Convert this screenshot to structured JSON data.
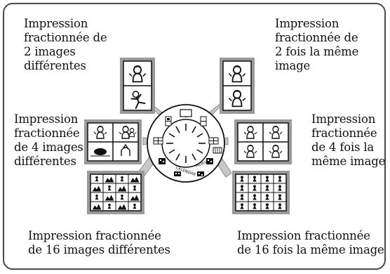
{
  "labels": {
    "top_left": "Impression\nfractionnée de\n2 images\ndifférentes",
    "top_right": "Impression\nfractionnée de\n2 fois la même\nimage",
    "mid_left": "Impression\nfractionnée\nde 4 images\ndifférentes",
    "mid_right": "Impression\nfractionnée\nde 4 fois la\nmême image",
    "bottom_left": "Impression fractionnée\nde 16 images différentes",
    "bottom_right": "Impression fractionnée\nde 16 fois la même image"
  },
  "dial": {
    "calendar_label": "CALENDAR",
    "index_label": "INDEX"
  },
  "colors": {
    "frame": "#4a4a4a",
    "panel_border": "#808080",
    "ink": "#111111"
  }
}
